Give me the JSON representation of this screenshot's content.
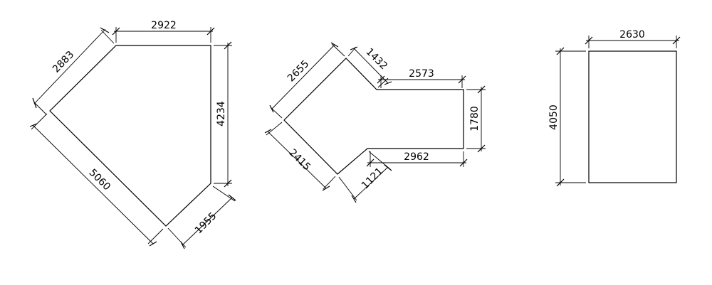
{
  "shapes": [
    {
      "id": "pentagon",
      "dimensions": [
        "2922",
        "2883",
        "4234",
        "5060",
        "1955"
      ]
    },
    {
      "id": "chevron",
      "dimensions": [
        "2655",
        "1432",
        "2573",
        "1780",
        "2962",
        "2415",
        "1121"
      ]
    },
    {
      "id": "rectangle",
      "dimensions": [
        "2630",
        "4050"
      ]
    }
  ]
}
